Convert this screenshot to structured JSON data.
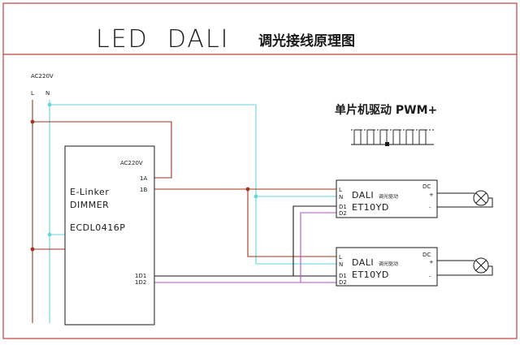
{
  "title": {
    "latin": "LED  DALI",
    "chinese": "调光接线原理图"
  },
  "supply": {
    "voltage": "AC220V",
    "l_label": "L",
    "n_label": "N"
  },
  "dimmer": {
    "line1": "E-Linker",
    "line2": "DIMMER",
    "model": "ECDL0416P",
    "supply_label": "AC220V",
    "pin_1a": "1A",
    "pin_1b": "1B",
    "pin_1d1": "1D1",
    "pin_1d2": "1D2"
  },
  "pwm_note": {
    "text": "单片机驱动 PWM+"
  },
  "drivers": [
    {
      "brand": "DALI",
      "brand_suffix": "调光驱动",
      "model": "ET10YD",
      "pin_l": "L",
      "pin_n": "N",
      "pin_d1": "D1",
      "pin_d2": "D2",
      "dc_label": "DC",
      "plus": "+",
      "minus": "-"
    },
    {
      "brand": "DALI",
      "brand_suffix": "调光驱动",
      "model": "ET10YD",
      "pin_l": "L",
      "pin_n": "N",
      "pin_d1": "D1",
      "pin_d2": "D2",
      "dc_label": "DC",
      "plus": "+",
      "minus": "-"
    }
  ],
  "colors": {
    "frame": "#c0403c",
    "live_wire": "#a0341e",
    "neutral_wire": "#66d4e0",
    "dali_d1": "#1a1a1a",
    "dali_d2": "#b453c9"
  }
}
